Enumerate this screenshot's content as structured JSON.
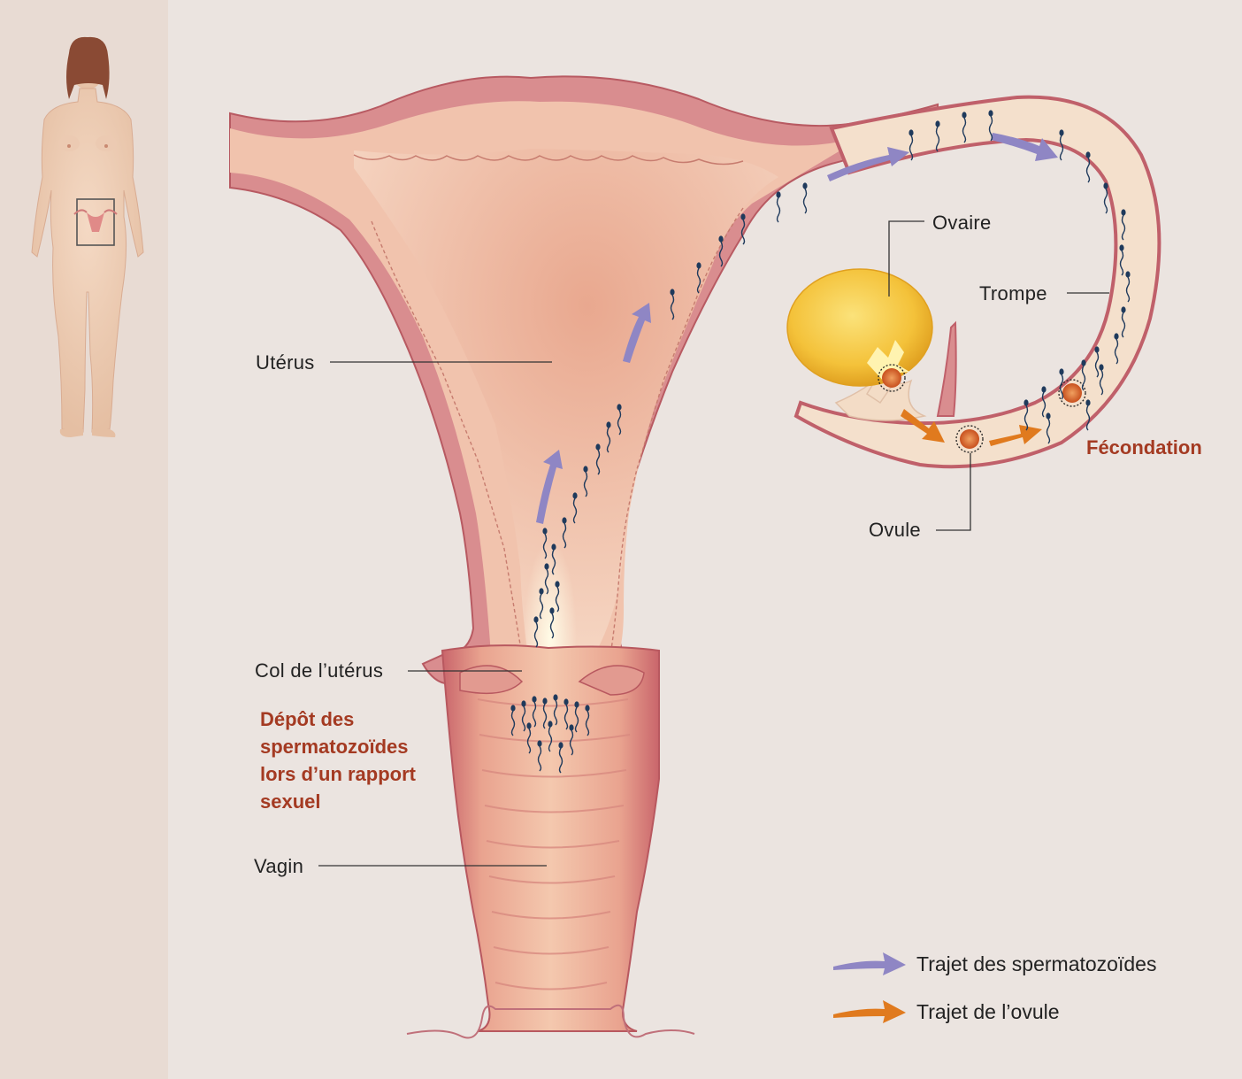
{
  "labels": {
    "uterus": "Utérus",
    "col": "Col de l’utérus",
    "vagin": "Vagin",
    "ovaire": "Ovaire",
    "trompe": "Trompe",
    "ovule": "Ovule",
    "fecondation": "Fécondation"
  },
  "depot": {
    "lines": [
      "Dépôt des",
      "spermatozoïdes",
      "lors d’un rapport",
      "sexuel"
    ]
  },
  "legend": {
    "sperm_path": "Trajet des spermatozoïdes",
    "ovum_path": "Trajet de l’ovule"
  },
  "colors": {
    "background": "#ebe4e0",
    "tissue_outer": "#d98a8c",
    "tissue_inner": "#f0c0a8",
    "cavity": "#f7e6d8",
    "ovary": "#f2c23a",
    "sperm_arrow": "#8f86c4",
    "ovum_arrow": "#e07a1e",
    "accent_text": "#a43a22"
  }
}
